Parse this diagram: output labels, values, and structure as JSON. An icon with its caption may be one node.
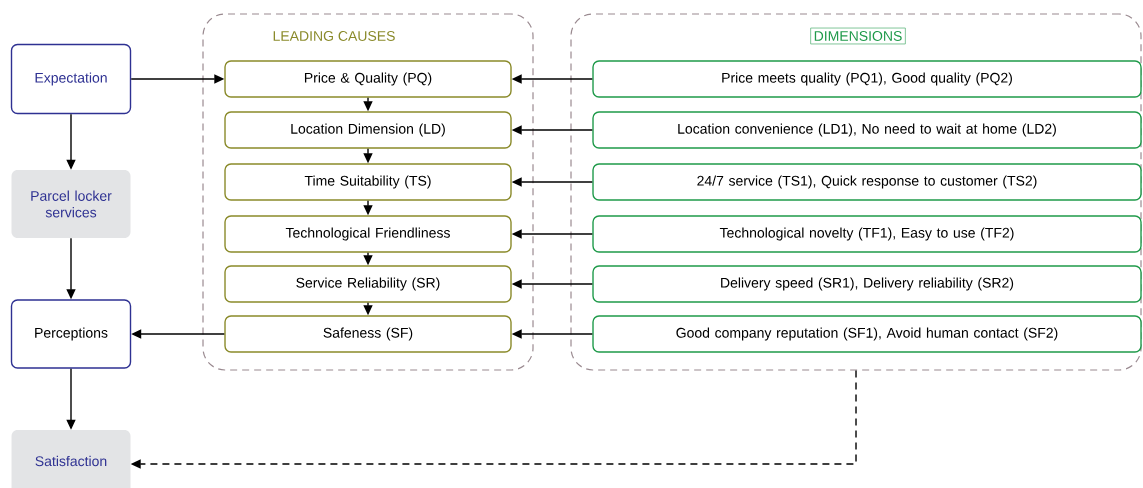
{
  "diagram": {
    "nodes": [
      {
        "text": [
          "Expectation"
        ]
      },
      {
        "text": [
          "Parcel locker services"
        ]
      },
      {
        "text": [
          "Perceptions"
        ]
      },
      {
        "text": [
          "Satisfaction"
        ]
      },
      {
        "text": [
          "LEADING CAUSES"
        ]
      },
      {
        "text": [
          "Price & Quality (PQ)"
        ],
        "in": 4
      },
      {
        "text": [
          "Location Dimension (LD)"
        ],
        "in": 4
      },
      {
        "text": [
          "Time Suitability (TS)"
        ],
        "in": 4
      },
      {
        "text": [
          "Technological Friendliness"
        ],
        "in": 4
      },
      {
        "text": [
          "Service Reliability (SR)"
        ],
        "in": 4
      },
      {
        "text": [
          "Safeness (SF)"
        ],
        "in": 4
      },
      {
        "text": [
          "DIMENSIONS"
        ]
      },
      {
        "text": [
          "Price meets quality (PQ1), Good quality (PQ2)"
        ],
        "in": 11
      },
      {
        "text": [
          "Location convenience (LD1), No need to wait at home (LD2)"
        ],
        "in": 11
      },
      {
        "text": [
          "24/7 service (TS1), Quick response to customer (TS2)"
        ],
        "in": 11
      },
      {
        "text": [
          "Technological novelty (TF1), Easy to use (TF2)"
        ],
        "in": 11
      },
      {
        "text": [
          "Delivery speed (SR1), Delivery reliability (SR2)"
        ],
        "in": 11
      },
      {
        "text": [
          "Good company reputation (SF1), Avoid human contact (SF2)"
        ],
        "in": 11
      }
    ],
    "edges": [
      {
        "from": 0,
        "to": 1,
        "arrow": "to"
      },
      {
        "from": 1,
        "to": 2,
        "arrow": "to"
      },
      {
        "from": 2,
        "to": 3,
        "arrow": "to"
      },
      {
        "from": 0,
        "to": 5,
        "arrow": "to"
      },
      {
        "from": 5,
        "to": 6,
        "arrow": "to"
      },
      {
        "from": 6,
        "to": 7,
        "arrow": "to"
      },
      {
        "from": 7,
        "to": 8,
        "arrow": "to"
      },
      {
        "from": 8,
        "to": 9,
        "arrow": "to"
      },
      {
        "from": 9,
        "to": 10,
        "arrow": "to"
      },
      {
        "from": 12,
        "to": 5,
        "arrow": "to"
      },
      {
        "from": 13,
        "to": 6,
        "arrow": "to"
      },
      {
        "from": 14,
        "to": 7,
        "arrow": "to"
      },
      {
        "from": 15,
        "to": 8,
        "arrow": "to"
      },
      {
        "from": 16,
        "to": 9,
        "arrow": "to"
      },
      {
        "from": 17,
        "to": 10,
        "arrow": "to"
      },
      {
        "from": 10,
        "to": 2,
        "arrow": "to"
      },
      {
        "from": 11,
        "to": 3,
        "arrow": "to",
        "style": "dashed"
      }
    ]
  }
}
